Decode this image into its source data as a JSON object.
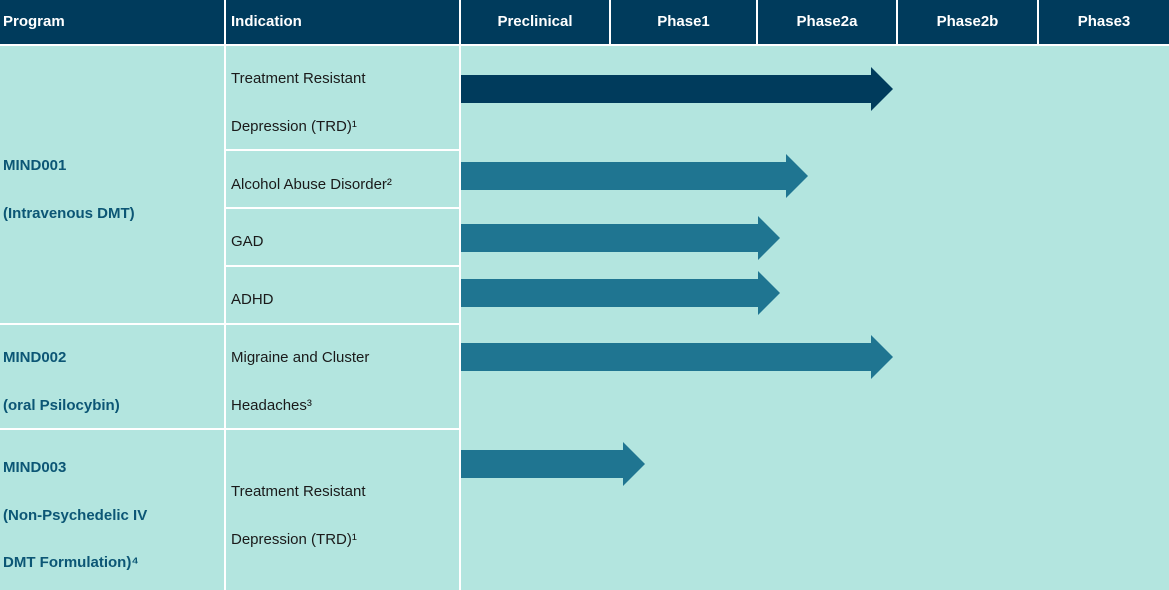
{
  "header": {
    "columns": [
      "Program",
      "Indication",
      "Preclinical",
      "Phase1",
      "Phase2a",
      "Phase2b",
      "Phase3"
    ]
  },
  "programs": [
    {
      "id": "mind001",
      "name": "MIND001",
      "detail": "(Intravenous DMT)"
    },
    {
      "id": "mind002",
      "name": "MIND002",
      "detail": "(oral Psilocybin)"
    },
    {
      "id": "mind003",
      "name": "MIND003",
      "detail_line1": "(Non-Psychedelic IV",
      "detail_line2": "DMT Formulation)⁴"
    }
  ],
  "indications": [
    {
      "line1": "Treatment Resistant",
      "line2": "Depression (TRD)¹",
      "program": "MIND001"
    },
    {
      "line1": "Alcohol Abuse Disorder²",
      "program": "MIND001"
    },
    {
      "line1": "GAD",
      "program": "MIND001"
    },
    {
      "line1": "ADHD",
      "program": "MIND001"
    },
    {
      "line1": "Migraine and Cluster",
      "line2": "Headaches³",
      "program": "MIND002"
    },
    {
      "line1": "Treatment Resistant",
      "line2": "Depression (TRD)¹",
      "program": "MIND003"
    }
  ],
  "progress": [
    {
      "indication": "TRD (MIND001)",
      "progress_to": "Phase2a",
      "fraction_of_pipeline": 0.61,
      "color": "#003b5c"
    },
    {
      "indication": "Alcohol Abuse Disorder",
      "progress_to": "Phase2a",
      "fraction_of_pipeline": 0.49,
      "color": "#1f7591"
    },
    {
      "indication": "GAD",
      "progress_to": "Phase1",
      "fraction_of_pipeline": 0.45,
      "color": "#1f7591"
    },
    {
      "indication": "ADHD",
      "progress_to": "Phase1",
      "fraction_of_pipeline": 0.45,
      "color": "#1f7591"
    },
    {
      "indication": "Migraine and Cluster Headaches",
      "progress_to": "Phase2a",
      "fraction_of_pipeline": 0.61,
      "color": "#1f7591"
    },
    {
      "indication": "TRD (MIND003)",
      "progress_to": "Preclinical",
      "fraction_of_pipeline": 0.26,
      "color": "#1f7591"
    }
  ],
  "colors": {
    "header_bg": "#003b5c",
    "body_bg": "#b3e5df",
    "program_text": "#0c5675",
    "arrow_dark": "#003b5c",
    "arrow_mid": "#1f7591"
  }
}
